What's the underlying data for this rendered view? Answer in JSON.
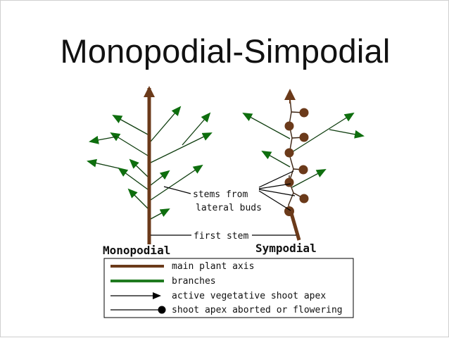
{
  "slide": {
    "title": "Monopodial-Simpodial"
  },
  "diagram": {
    "labels": {
      "stems_from_1": "stems from",
      "stems_from_2": "lateral buds",
      "first_stem": "first stem",
      "monopodial": "Monopodial",
      "sympodial": "Sympodial"
    },
    "legend": [
      {
        "label": "main plant axis",
        "symbol": "thick-brown-line"
      },
      {
        "label": "branches",
        "symbol": "thick-green-line"
      },
      {
        "label": "active vegetative shoot apex",
        "symbol": "line-arrow-icon"
      },
      {
        "label": "shoot apex aborted or flowering",
        "symbol": "line-dot-icon"
      }
    ],
    "colors": {
      "main_axis": "#6b3a1a",
      "branches": "#1f7a1f",
      "apex": "#0e6e0e",
      "lines": "#000000"
    }
  }
}
